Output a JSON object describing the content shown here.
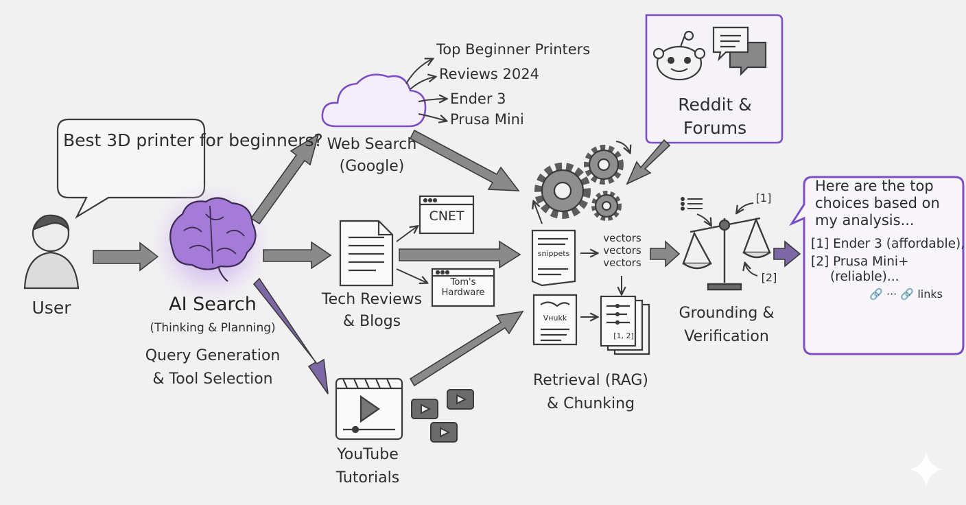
{
  "question": "Best 3D printer for beginners?",
  "user_label": "User",
  "ai": {
    "title": "AI Search",
    "subtitle": "(Thinking & Planning)",
    "desc_line1": "Query Generation",
    "desc_line2": "& Tool Selection"
  },
  "web_search": {
    "label_line1": "Web Search",
    "label_line2": "(Google)",
    "queries": [
      "Top Beginner Printers",
      "Reviews 2024",
      "Ender 3",
      "Prusa Mini"
    ]
  },
  "reddit": {
    "label_line1": "Reddit &",
    "label_line2": "Forums"
  },
  "tech_reviews": {
    "label_line1": "Tech Reviews",
    "label_line2": "& Blogs",
    "site1": "CNET",
    "site2_line1": "Tom's",
    "site2_line2": "Hardware"
  },
  "youtube": {
    "label_line1": "YouTube",
    "label_line2": "Tutorials"
  },
  "retrieval": {
    "snippets_label": "snippets",
    "vectors": [
      "vectors",
      "vectors",
      "vectors"
    ],
    "doc_label": "Vнukk",
    "chunk_ref": "[1, 2]",
    "label_line1": "Retrieval (RAG)",
    "label_line2": "& Chunking"
  },
  "grounding": {
    "ref1": "[1]",
    "ref2": "[2]",
    "label_line1": "Grounding &",
    "label_line2": "Verification"
  },
  "answer": {
    "intro_line1": "Here are the top",
    "intro_line2": "choices based on",
    "intro_line3": "my analysis...",
    "cite1": "[1] Ender 3 (affordable),",
    "cite2_line1": "[2] Prusa Mini+",
    "cite2_line2": "(reliable)...",
    "links": "links"
  },
  "colors": {
    "accent": "#7c4fc4",
    "ink": "#3a3a3a",
    "arrow_fill": "#8a8a8a",
    "background": "#f1f1f1"
  }
}
